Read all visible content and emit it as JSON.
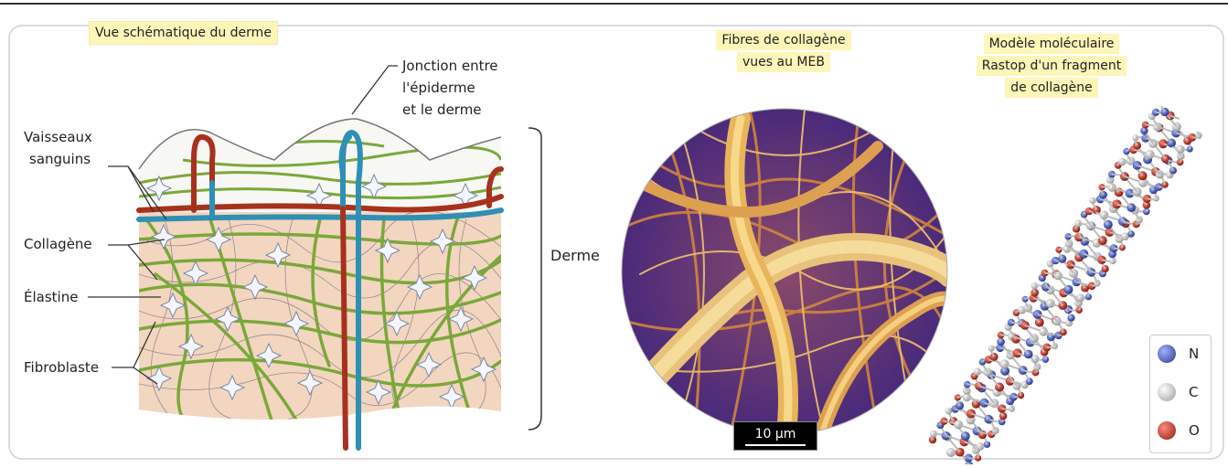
{
  "labels": {
    "schema_title": "Vue schématique du derme",
    "jonction": [
      "Jonction entre",
      "l'épiderme",
      "et le derme"
    ],
    "vaisseaux": [
      "Vaisseaux",
      "sanguins"
    ],
    "collagene": "Collagène",
    "elastine": "Élastine",
    "fibroblaste": "Fibroblaste",
    "derme": "Derme",
    "meb_title": [
      "Fibres de collagène",
      "vues au MEB"
    ],
    "scale": "10 µm",
    "model_title": [
      "Modèle moléculaire",
      "Rastop d'un fragment",
      "de collagène"
    ]
  },
  "legend": [
    {
      "symbol": "N",
      "color": "#3a4fa0"
    },
    {
      "symbol": "C",
      "color": "#e8e8e8"
    },
    {
      "symbol": "O",
      "color": "#b02a1e"
    }
  ],
  "colors": {
    "collagen_fiber": "#7aa83a",
    "artery": "#a6321e",
    "vein": "#2f8fb4",
    "tissue": "#f3d6c0",
    "meb_fiber": "#e8b55a",
    "meb_background": "#6a3fa0"
  }
}
